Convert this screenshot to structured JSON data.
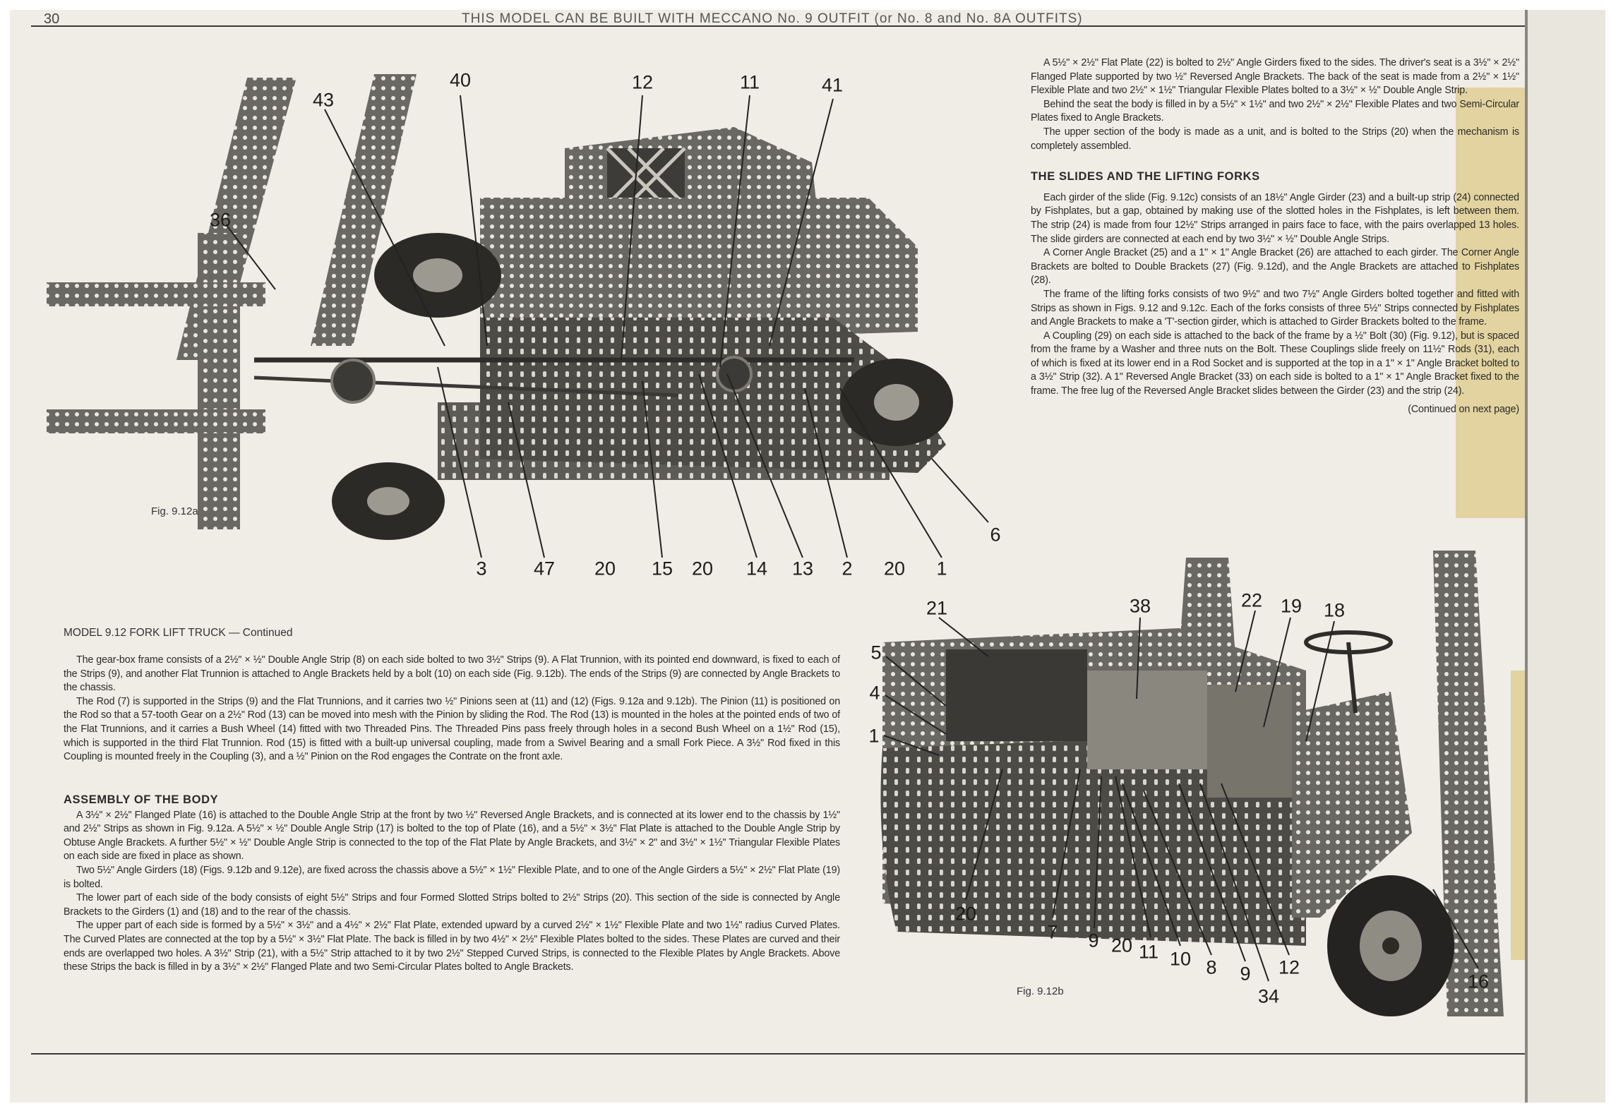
{
  "header": {
    "page_number": "30",
    "running_head": "THIS MODEL CAN BE BUILT WITH MECCANO No. 9 OUTFIT (or No. 8 and No. 8A OUTFITS)"
  },
  "figures": {
    "fig_a": {
      "caption": "Fig. 9.12a",
      "callouts": [
        "43",
        "40",
        "12",
        "11",
        "41",
        "36",
        "3",
        "47",
        "20",
        "15",
        "20",
        "14",
        "13",
        "2",
        "20",
        "1",
        "6"
      ]
    },
    "fig_b": {
      "caption": "Fig. 9.12b",
      "callouts": [
        "21",
        "38",
        "22",
        "19",
        "18",
        "5",
        "4",
        "1",
        "20",
        "7",
        "9",
        "20",
        "11",
        "10",
        "8",
        "9",
        "34",
        "12",
        "16"
      ]
    }
  },
  "left_column": {
    "model_heading": "MODEL 9.12  FORK LIFT TRUCK — Continued",
    "intro_paragraphs": [
      "The gear-box frame consists of a 2½\" × ½\" Double Angle Strip (8) on each side bolted to two 3½\" Strips (9). A Flat Trunnion, with its pointed end downward, is fixed to each of the Strips (9), and another Flat Trunnion is attached to Angle Brackets held by a bolt (10) on each side (Fig. 9.12b). The ends of the Strips (9) are connected by Angle Brackets to the chassis.",
      "The Rod (7) is supported in the Strips (9) and the Flat Trunnions, and it carries two ½\" Pinions seen at (11) and (12) (Figs. 9.12a and 9.12b). The Pinion (11) is positioned on the Rod so that a 57-tooth Gear on a 2½\" Rod (13) can be moved into mesh with the Pinion by sliding the Rod. The Rod (13) is mounted in the holes at the pointed ends of two of the Flat Trunnions, and it carries a Bush Wheel (14) fitted with two Threaded Pins. The Threaded Pins pass freely through holes in a second Bush Wheel on a 1½\" Rod (15), which is supported in the third Flat Trunnion. Rod (15) is fitted with a built-up universal coupling, made from a Swivel Bearing and a small Fork Piece. A 3½\" Rod fixed in this Coupling is mounted freely in the Coupling (3), and a ½\" Pinion on the Rod engages the Contrate on the front axle."
    ],
    "body_heading": "ASSEMBLY OF THE BODY",
    "body_paragraphs": [
      "A 3½\" × 2½\" Flanged Plate (16) is attached to the Double Angle Strip at the front by two ½\" Reversed Angle Brackets, and is connected at its lower end to the chassis by 1½\" and 2½\" Strips as shown in Fig. 9.12a. A 5½\" × ½\" Double Angle Strip (17) is bolted to the top of Plate (16), and a 5½\" × 3½\" Flat Plate is attached to the Double Angle Strip by Obtuse Angle Brackets. A further 5½\" × ½\" Double Angle Strip is connected to the top of the Flat Plate by Angle Brackets, and 3½\" × 2\" and 3½\" × 1½\" Triangular Flexible Plates on each side are fixed in place as shown.",
      "Two 5½\" Angle Girders (18) (Figs. 9.12b and 9.12e), are fixed across the chassis above a 5½\" × 1½\" Flexible Plate, and to one of the Angle Girders a 5½\" × 2½\" Flat Plate (19) is bolted.",
      "The lower part of each side of the body consists of eight 5½\" Strips and four Formed Slotted Strips bolted to 2½\" Strips (20). This section of the side is connected by Angle Brackets to the Girders (1) and (18) and to the rear of the chassis.",
      "The upper part of each side is formed by a 5½\" × 3½\" and a 4½\" × 2½\" Flat Plate, extended upward by a curved 2½\" × 1½\" Flexible Plate and two 1½\" radius Curved Plates. The Curved Plates are connected at the top by a 5½\" × 3½\" Flat Plate. The back is filled in by two 4½\" × 2½\" Flexible Plates bolted to the sides. These Plates are curved and their ends are overlapped two holes. A 3½\" Strip (21), with a 5½\" Strip attached to it by two 2½\" Stepped Curved Strips, is connected to the Flexible Plates by Angle Brackets. Above these Strips the back is filled in by a 3½\" × 2½\" Flanged Plate and two Semi-Circular Plates bolted to Angle Brackets."
    ]
  },
  "right_column": {
    "top_paragraphs": [
      "A 5½\" × 2½\" Flat Plate (22) is bolted to 2½\" Angle Girders fixed to the sides. The driver's seat is a 3½\" × 2½\" Flanged Plate supported by two ½\" Reversed Angle Brackets. The back of the seat is made from a 2½\" × 1½\" Flexible Plate and two 2½\" × 1½\" Triangular Flexible Plates bolted to a 3½\" × ½\" Double Angle Strip.",
      "Behind the seat the body is filled in by a 5½\" × 1½\" and two 2½\" × 2½\" Flexible Plates and two Semi-Circular Plates fixed to Angle Brackets.",
      "The upper section of the body is made as a unit, and is bolted to the Strips (20) when the mechanism is completely assembled."
    ],
    "forks_heading": "THE SLIDES AND THE LIFTING FORKS",
    "forks_paragraphs": [
      "Each girder of the slide (Fig. 9.12c) consists of an 18½\" Angle Girder (23) and a built-up strip (24) connected by Fishplates, but a gap, obtained by making use of the slotted holes in the Fishplates, is left between them. The strip (24) is made from four 12½\" Strips arranged in pairs face to face, with the pairs overlapped 13 holes. The slide girders are connected at each end by two 3½\" × ½\" Double Angle Strips.",
      "A Corner Angle Bracket (25) and a 1\" × 1\" Angle Bracket (26) are attached to each girder. The Corner Angle Brackets are bolted to Double Brackets (27) (Fig. 9.12d), and the Angle Brackets are attached to Fishplates (28).",
      "The frame of the lifting forks consists of two 9½\" and two 7½\" Angle Girders bolted together and fitted with Strips as shown in Figs. 9.12 and 9.12c. Each of the forks consists of three 5½\" Strips connected by Fishplates and Angle Brackets to make a 'T'-section girder, which is attached to Girder Brackets bolted to the frame.",
      "A Coupling (29) on each side is attached to the back of the frame by a ½\" Bolt (30) (Fig. 9.12), but is spaced from the frame by a Washer and three nuts on the Bolt. These Couplings slide freely on 11½\" Rods (31), each of which is fixed at its lower end in a Rod Socket and is supported at the top in a 1\" × 1\" Angle Bracket bolted to a 3½\" Strip (32). A 1\" Reversed Angle Bracket (33) on each side is bolted to a 1\" × 1\" Angle Bracket fixed to the frame. The free lug of the Reversed Angle Bracket slides between the Girder (23) and the strip (24)."
    ],
    "continued": "(Continued on next page)"
  },
  "colors": {
    "paper": "#efede6",
    "ink": "#2a2926",
    "tape": "#decc8c",
    "metal": "#55534e"
  }
}
